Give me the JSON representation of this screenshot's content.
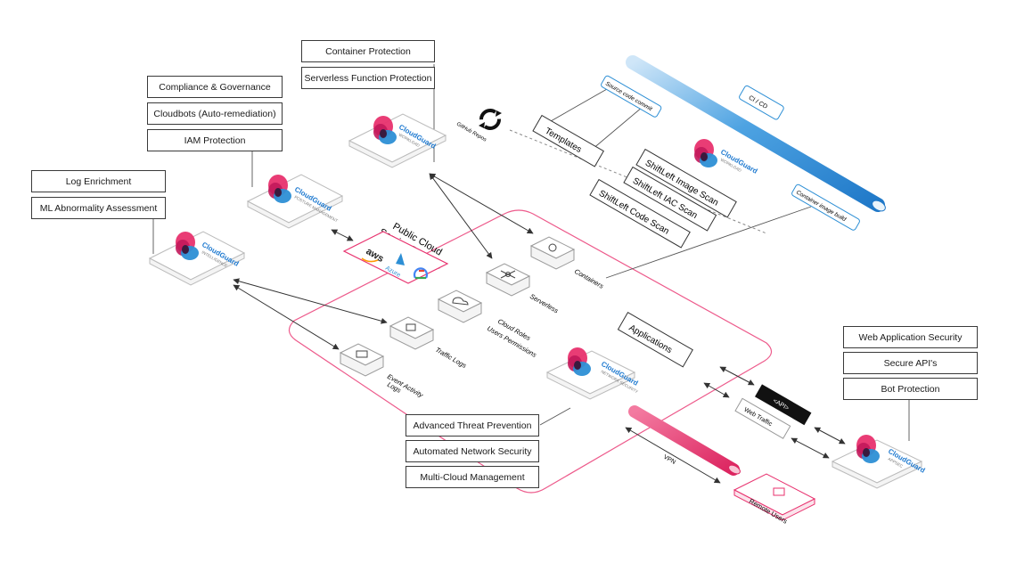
{
  "feature_boxes": {
    "container_protection": "Container Protection",
    "serverless_protection": "Serverless Function Protection",
    "compliance": "Compliance & Governance",
    "cloudbots": "Cloudbots (Auto-remediation)",
    "iam": "IAM Protection",
    "log_enrichment": "Log Enrichment",
    "ml_abnormality": "ML Abnormality Assessment",
    "advanced_threat": "Advanced Threat Prevention",
    "automated_network": "Automated Network Security",
    "multi_cloud": "Multi-Cloud Management",
    "web_app_security": "Web Application Security",
    "secure_api": "Secure API's",
    "bot_protection": "Bot Protection"
  },
  "cloudguard": {
    "brand": "CloudGuard",
    "workload": "WORKLOAD",
    "posture": "POSTURE MANAGEMENT",
    "intelligence": "INTELLIGENCE",
    "network": "NETWORK SECURITY",
    "appsec": "APPSEC"
  },
  "pipeline": {
    "source_commit": "Source code commit",
    "github": "GitHub Repos",
    "templates": "Templates",
    "image_scan": "ShiftLeft Image Scan",
    "iac_scan": "ShiftLeft IAC Scan",
    "code_scan": "ShiftLeft Code Scan",
    "cicd": "CI / CD",
    "container_build": "Container image build"
  },
  "cloud": {
    "title_line1": "Public Cloud",
    "title_line2": "Service Provider",
    "aws": "aws",
    "azure": "Azure",
    "containers": "Containers",
    "serverless": "Serverless",
    "cloud_roles_1": "Cloud Roles",
    "cloud_roles_2": "Users Permissions",
    "traffic_logs": "Traffic Logs",
    "event_logs_1": "Event Activity",
    "event_logs_2": "Logs",
    "applications": "Applications"
  },
  "edge": {
    "api": "<API>",
    "web_traffic": "Web Traffic",
    "vpn": "VPN",
    "remote_users": "Remote Users"
  },
  "colors": {
    "pink": "#e8316e",
    "blue": "#2d8fd5",
    "brand_blue": "#1f7ad0"
  }
}
